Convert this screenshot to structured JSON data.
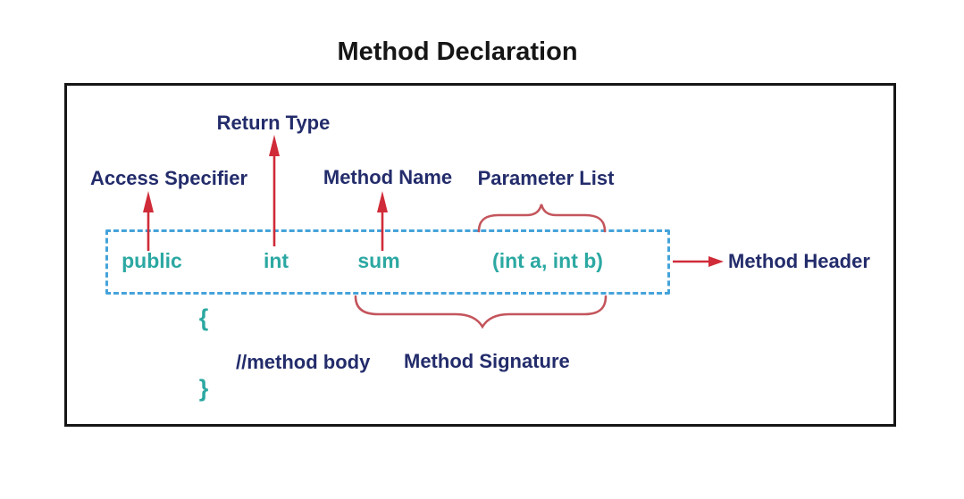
{
  "colors": {
    "ink": "#161616",
    "navy": "#232c6b",
    "teal": "#2ca8a2",
    "arrow-red": "#d02b38",
    "brace-red": "#c4555c",
    "dash-blue": "#45a3da"
  },
  "title": "Method Declaration",
  "annotations": {
    "access_specifier": "Access Specifier",
    "return_type": "Return Type",
    "method_name": "Method Name",
    "parameter_list": "Parameter List",
    "method_header": "Method Header",
    "method_signature": "Method Signature",
    "method_body": "//method body"
  },
  "code": {
    "access_specifier": "public",
    "return_type": "int",
    "method_name": "sum",
    "parameter_list": "(int a, int b)",
    "open_brace": "{",
    "close_brace": "}"
  }
}
